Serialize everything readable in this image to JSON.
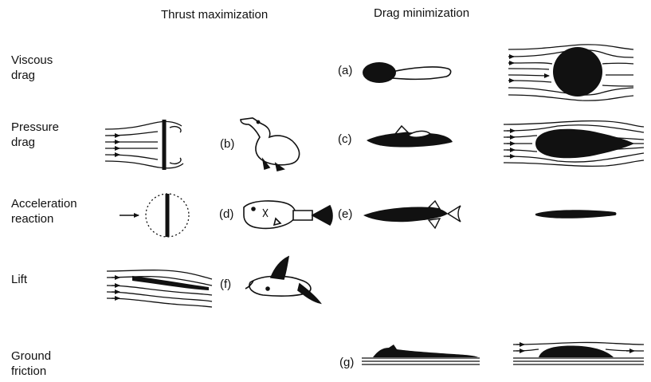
{
  "headers": {
    "thrust": "Thrust maximization",
    "drag": "Drag minimization"
  },
  "rows": [
    {
      "line1": "Viscous",
      "line2": "drag"
    },
    {
      "line1": "Pressure",
      "line2": "drag"
    },
    {
      "line1": "Acceleration",
      "line2": "reaction"
    },
    {
      "line1": "Lift",
      "line2": ""
    },
    {
      "line1": "Ground",
      "line2": "friction"
    }
  ],
  "labels": {
    "a": "(a)",
    "b": "(b)",
    "c": "(c)",
    "d": "(d)",
    "e": "(e)",
    "f": "(f)",
    "g": "(g)"
  }
}
